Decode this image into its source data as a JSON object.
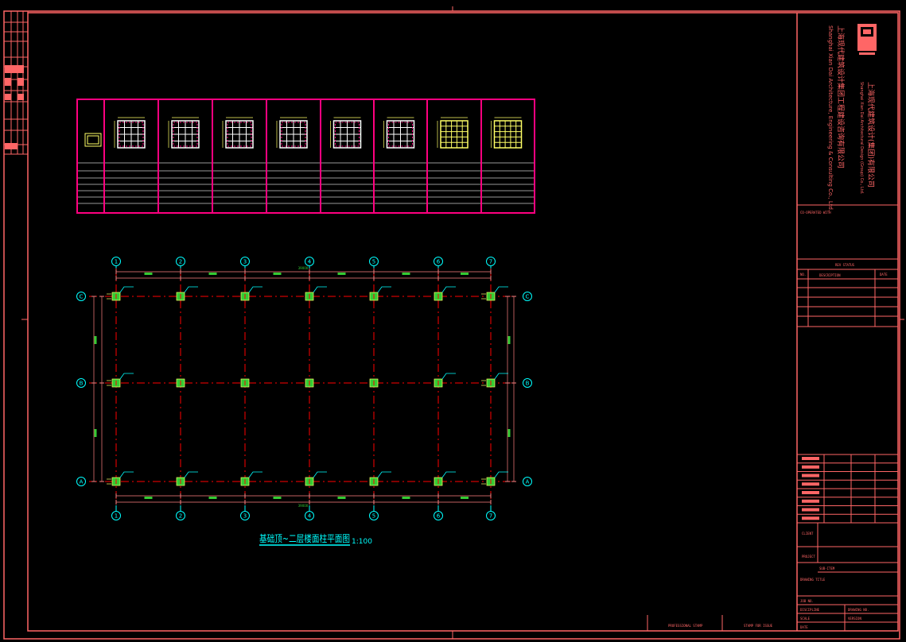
{
  "title_block": {
    "company_cn": "上海现代建筑设计(集团)有限公司",
    "company_en": "Shanghai Xian Dai Architectural Design (Group) Co., Ltd.",
    "company2_cn": "上海现代建筑设计集团工程建设咨询有限公司",
    "company2_en": "Shanghai Xian Dai Architecture, Engineering & Consulting Co., Ltd.",
    "co_operated_with": "CO-OPERATED WITH",
    "rev_header": "REV STATUS",
    "rev_no": "NO.",
    "rev_description": "DESCRIPTION",
    "rev_date": "DATE",
    "client": "CLIENT",
    "project": "PROJECT",
    "sub_item": "SUB-ITEM",
    "drawing_title": "DRAWING TITLE",
    "job_no": "JOB NO.",
    "drawing_no": "DRAWING NO.",
    "scale": "SCALE",
    "date": "DATE",
    "discipline": "DISCIPLINE",
    "version": "VERSION",
    "bottom_left": "PROFESSIONAL STAMP",
    "bottom_right": "STAMP FOR ISSUE"
  },
  "plan": {
    "title": "基础顶~二层楼面柱平面图",
    "scale": "1:100",
    "grid_columns": [
      "1",
      "2",
      "3",
      "4",
      "5",
      "6",
      "7"
    ],
    "grid_rows": [
      "C",
      "B",
      "A"
    ],
    "total_dimension": "39000"
  },
  "colors": {
    "frame": "#ff6666",
    "magenta": "#ff0080",
    "cyan": "#00ffff",
    "green": "#33cc33",
    "red": "#ff0000",
    "yellow": "#ffff66"
  }
}
